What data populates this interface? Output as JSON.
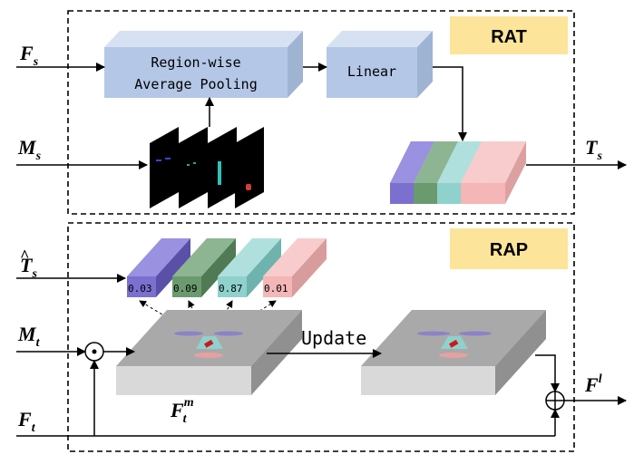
{
  "rat": {
    "tag": "RAT",
    "pooling_line1": "Region-wise",
    "pooling_line2": "Average Pooling",
    "linear": "Linear"
  },
  "rap": {
    "tag": "RAP",
    "update": "Update"
  },
  "inputs": {
    "fs": {
      "base": "F",
      "sub": "s"
    },
    "ms": {
      "base": "M",
      "sub": "s"
    },
    "ts_hat": {
      "base": "T",
      "sub": "s"
    },
    "mt": {
      "base": "M",
      "sub": "t"
    },
    "ft": {
      "base": "F",
      "sub": "t"
    }
  },
  "outputs": {
    "ts": {
      "base": "T",
      "sub": "s"
    },
    "fl": {
      "base": "F",
      "sup": "l"
    },
    "ftm": {
      "base": "F",
      "sub": "t",
      "sup": "m"
    }
  },
  "weights": [
    "0.03",
    "0.09",
    "0.87",
    "0.01"
  ],
  "colors": {
    "tag_bg": "#fce49a",
    "box_blue": "#b4c7e7",
    "purple": "#7b6fd0",
    "green": "#6a9a6e",
    "teal": "#8fd1cd",
    "pink": "#f4b6b6",
    "gray": "#a9a9a9"
  }
}
